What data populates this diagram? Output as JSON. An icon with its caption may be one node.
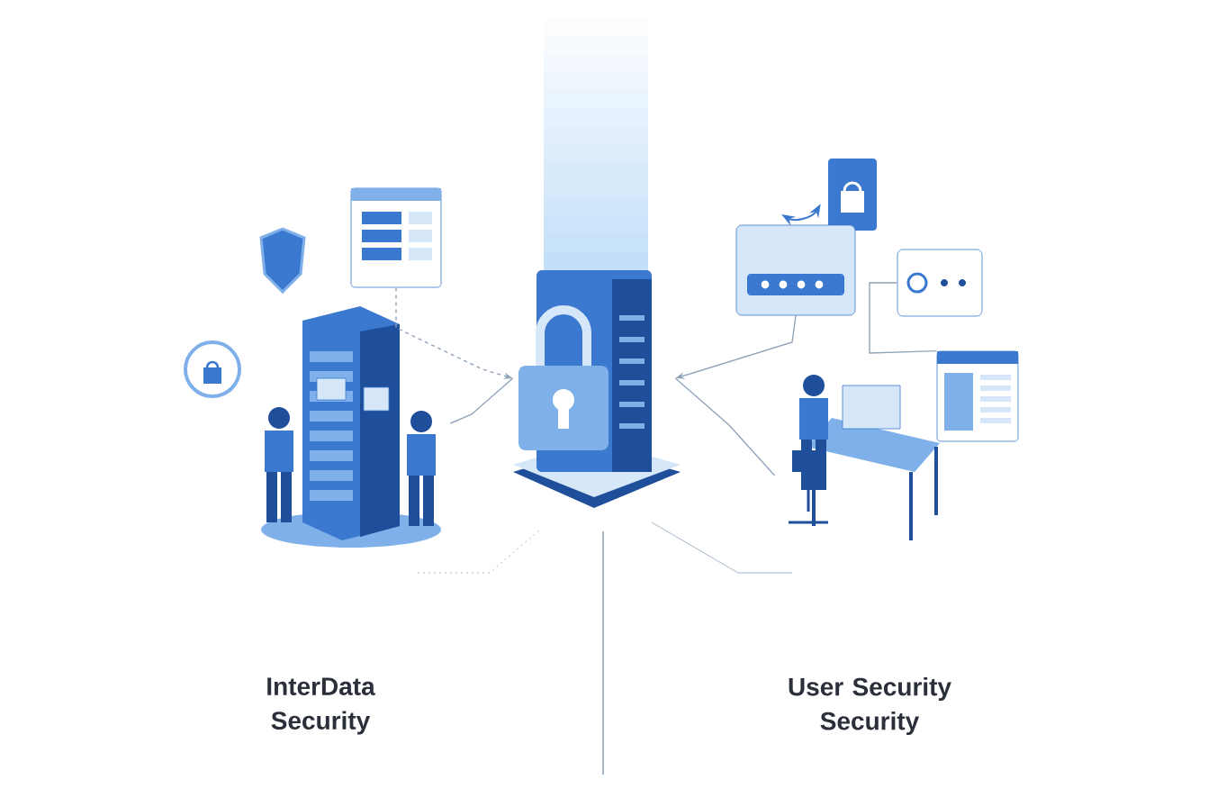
{
  "diagram": {
    "nodes": [
      {
        "text": [],
        "shape": "picture"
      },
      {
        "text": [],
        "shape": "picture"
      },
      {
        "text": [],
        "shape": "picture"
      },
      {
        "text": [],
        "shape": "picture"
      },
      {
        "text": [],
        "shape": "picture"
      },
      {
        "text": [],
        "shape": "picture"
      },
      {
        "text": [],
        "shape": "picture"
      }
    ],
    "edges": [
      {
        "from": 1,
        "to": 2,
        "arrow": "to",
        "style": "dashed"
      },
      {
        "from": 0,
        "to": 2,
        "arrow": "none"
      },
      {
        "from": 3,
        "to": 2,
        "arrow": "to"
      },
      {
        "from": 4,
        "to": 2,
        "arrow": "none"
      },
      {
        "from": 5,
        "to": 6,
        "arrow": "none"
      }
    ],
    "labels": [
      "InterData Security",
      "User Security Security"
    ]
  }
}
